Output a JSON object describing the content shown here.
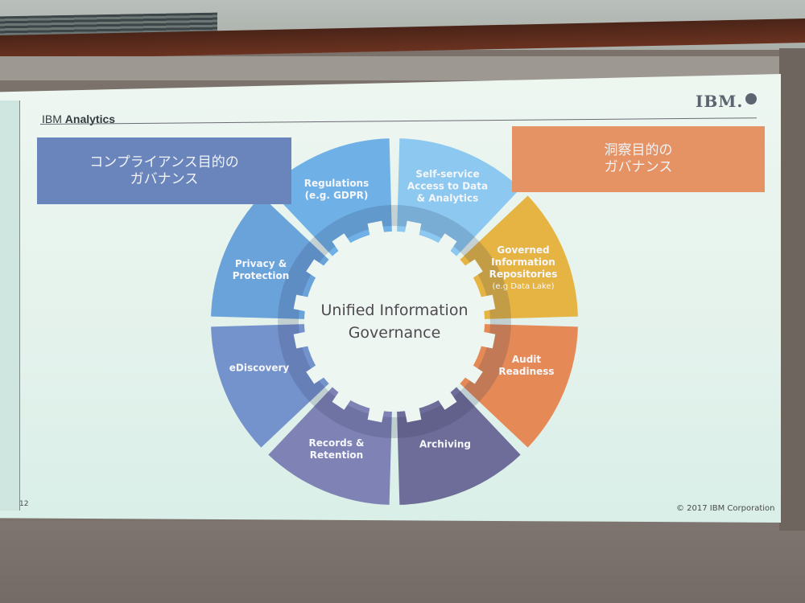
{
  "slide": {
    "header": {
      "brand_prefix": "IBM",
      "brand_name": "Analytics",
      "logo": "IBM."
    },
    "callouts": {
      "left": {
        "line1": "コンプライアンス目的の",
        "line2": "ガバナンス",
        "color": "#6a85bb"
      },
      "right": {
        "line1": "洞察目的の",
        "line2": "ガバナンス",
        "color": "#e59365"
      }
    },
    "center": {
      "line1": "Unified Information",
      "line2": "Governance"
    },
    "segments": [
      {
        "id": "regulations",
        "line1": "Regulations",
        "line2": "(e.g. GDPR)",
        "color": "#8cc8ef"
      },
      {
        "id": "self-service",
        "line1": "Self-service",
        "line2": "Access to Data",
        "line3": "& Analytics",
        "color": "#e6b443"
      },
      {
        "id": "governed-repos",
        "line1": "Governed",
        "line2": "Information",
        "line3": "Repositories",
        "sub": "(e.g Data Lake)",
        "color": "#e58a56"
      },
      {
        "id": "audit",
        "line1": "Audit",
        "line2": "Readiness",
        "color": "#6e6c98"
      },
      {
        "id": "archiving",
        "line1": "Archiving",
        "color": "#7e82b4"
      },
      {
        "id": "records",
        "line1": "Records &",
        "line2": "Retention",
        "color": "#7492cc"
      },
      {
        "id": "ediscovery",
        "line1": "eDiscovery",
        "color": "#6aa2da"
      },
      {
        "id": "privacy",
        "line1": "Privacy &",
        "line2": "Protection",
        "color": "#6fb0e6"
      }
    ],
    "footer": {
      "page_number": "12",
      "copyright": "© 2017 IBM Corporation"
    }
  }
}
